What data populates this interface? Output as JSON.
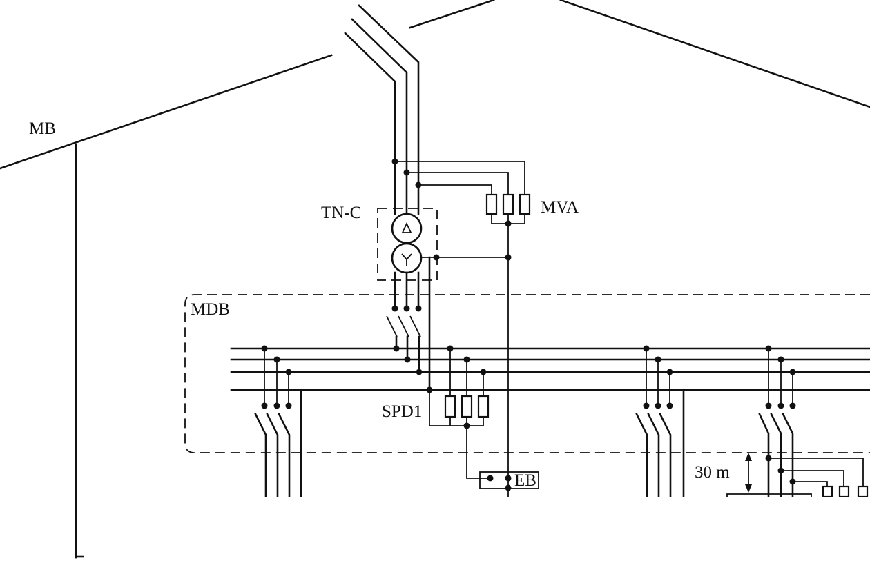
{
  "labels": {
    "main_building": "MB",
    "transformer": "TN-C",
    "arrester": "MVA",
    "distribution_board": "MDB",
    "surge_device": "SPD1",
    "bonding_bar": "EB",
    "distance": "30 m"
  },
  "colors": {
    "line": "#111111",
    "background": "#ffffff"
  }
}
